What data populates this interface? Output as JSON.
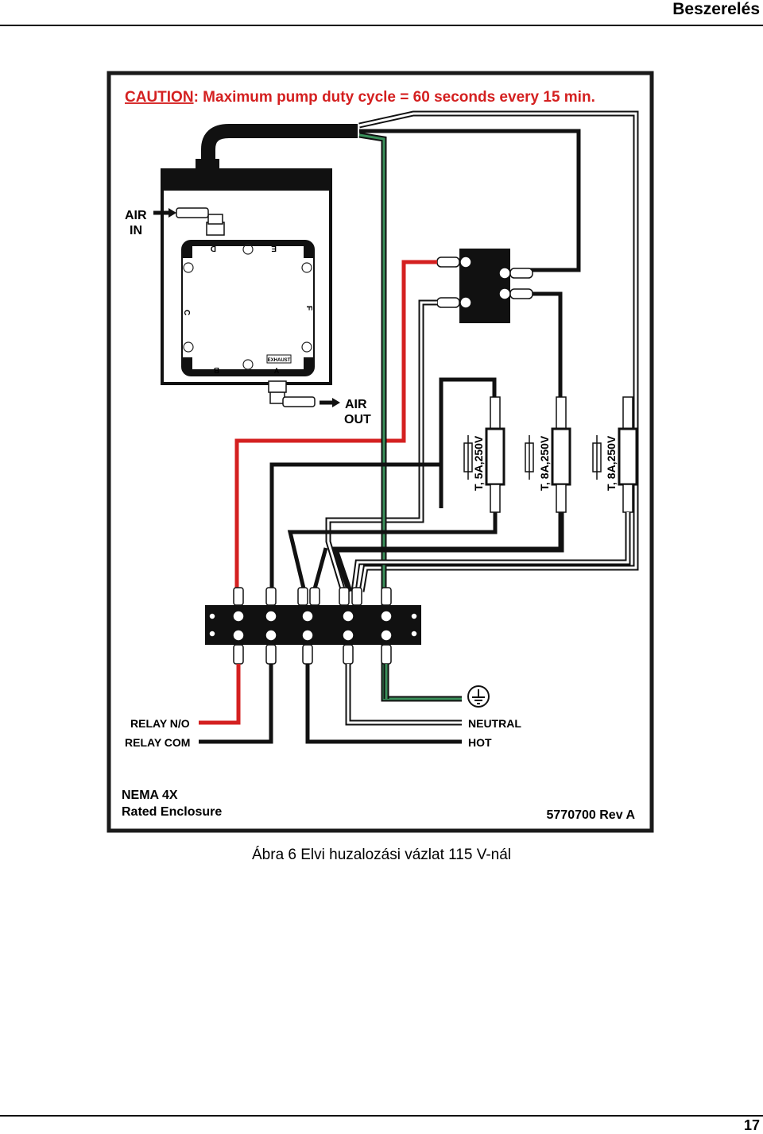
{
  "header": {
    "title": "Beszerelés"
  },
  "diagram": {
    "caution_word": "CAUTION",
    "caution_text": ": Maximum pump duty cycle = 60 seconds every 15 min.",
    "air_in": [
      "AIR",
      "IN"
    ],
    "air_out": [
      "AIR",
      "OUT"
    ],
    "pump_ports": {
      "top_left": "D",
      "top_right": "E",
      "mid_left": "C",
      "mid_right": "F",
      "bottom_left": "B",
      "bottom_mid": "A",
      "exhaust": "EXHAUST"
    },
    "fuses": [
      "T, 5A,250V",
      "T, 8A,250V",
      "T, 8A,250V"
    ],
    "relay_no": "RELAY N/O",
    "relay_com": "RELAY COM",
    "neutral": "NEUTRAL",
    "hot": "HOT",
    "enclosure": [
      "NEMA 4X",
      "Rated Enclosure"
    ],
    "part_number": "5770700 Rev A",
    "colors": {
      "hot_red": "#d42020",
      "ground_green": "#3a8f5a",
      "caution_red": "#d42020",
      "frame": "#1a1a1a"
    }
  },
  "caption": "Ábra 6 Elvi huzalozási vázlat 115 V-nál",
  "footer": {
    "page_number": "17"
  }
}
